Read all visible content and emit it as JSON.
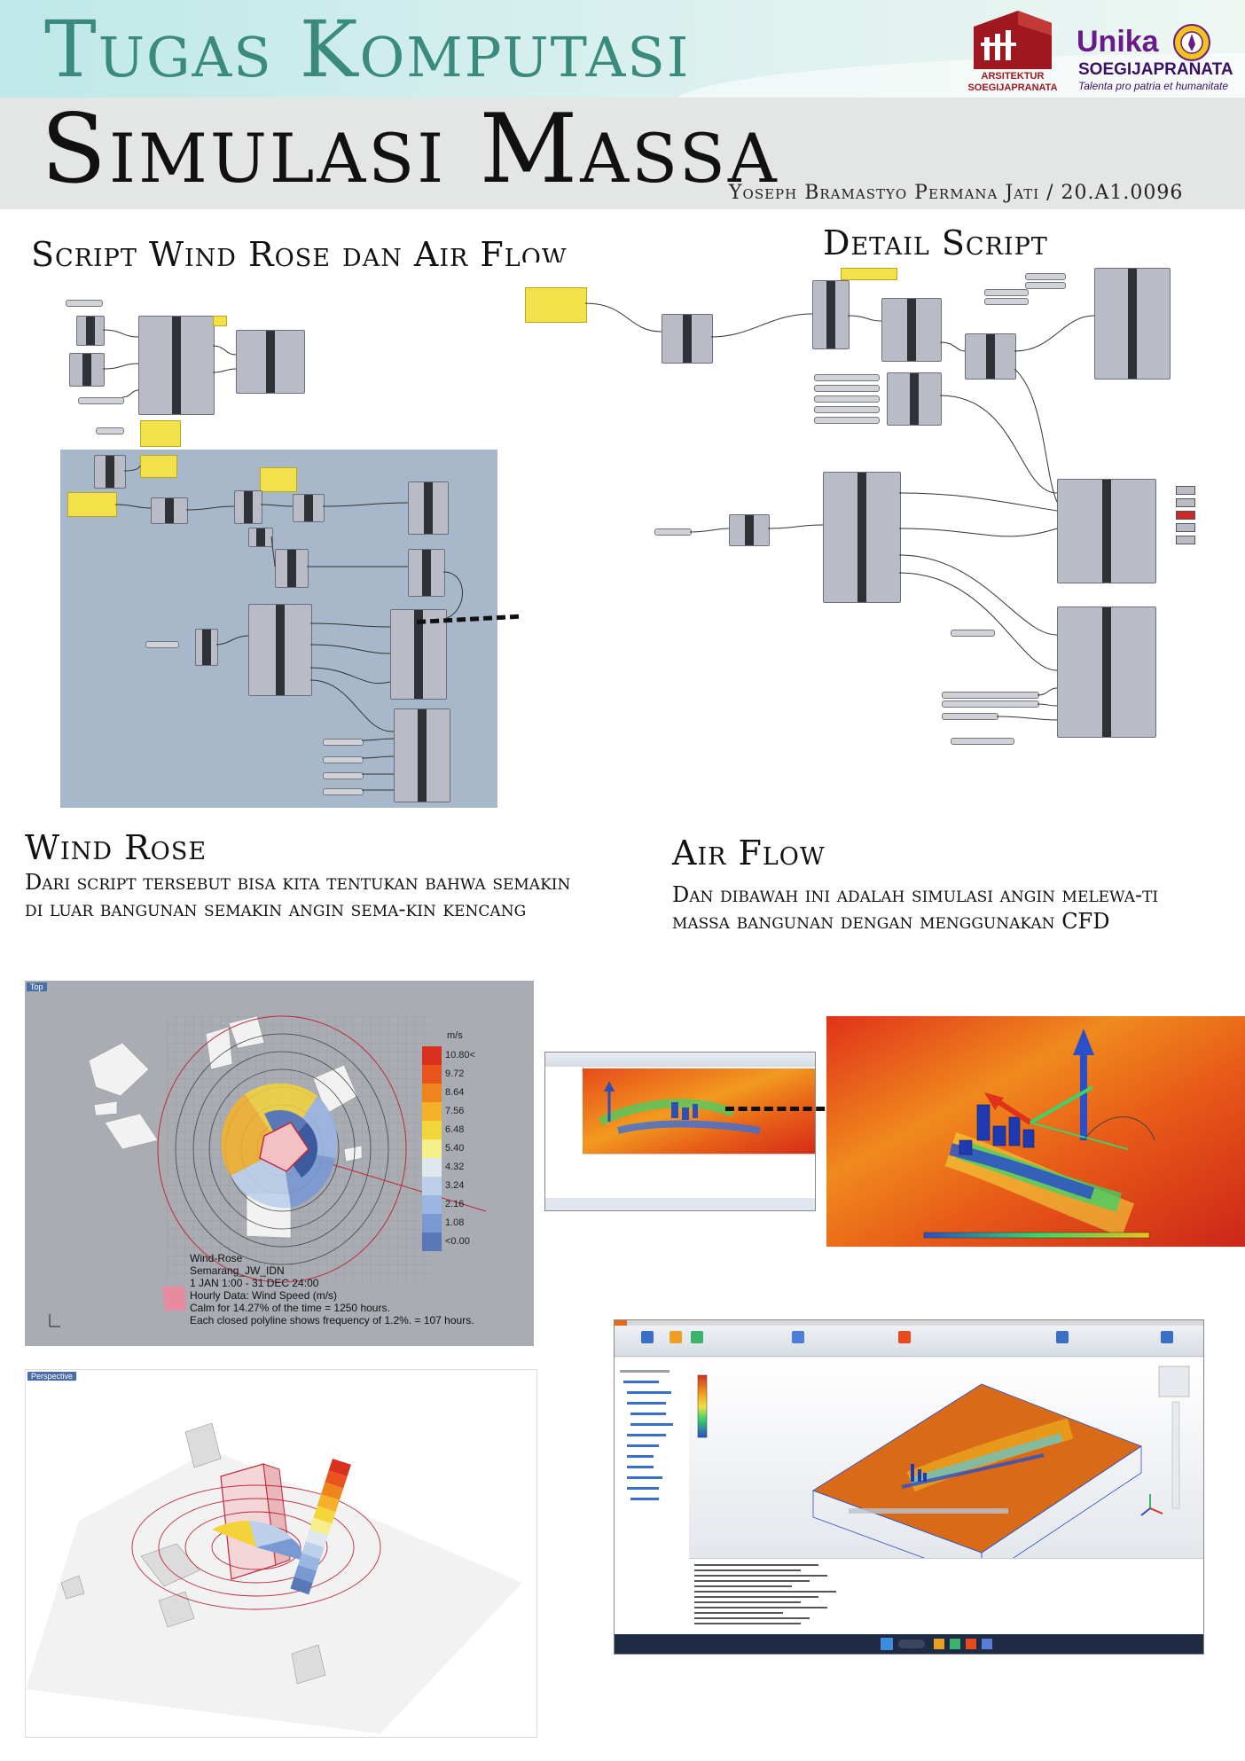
{
  "header": {
    "title_top": "Tugas Komputasi",
    "title_main": "Simulasi Massa",
    "author": "Yoseph Bramastyo Permana Jati / 20.A1.0096"
  },
  "logos": {
    "arsitektur": {
      "line1": "ARSITEKTUR",
      "line2": "SOEGIJAPRANATA"
    },
    "unika": {
      "name": "Unika",
      "line2": "SOEGIJAPRANATA",
      "motto": "Talenta pro patria et humanitate"
    }
  },
  "sections": {
    "script_title": "Script Wind Rose dan Air Flow",
    "detail_title": "Detail Script",
    "windrose_title": "Wind Rose",
    "windrose_desc": "Dari script tersebut bisa kita tentukan bahwa semakin di luar bangunan semakin angin sema-kin kencang",
    "airflow_title": "Air Flow",
    "airflow_desc": "Dan dibawah ini adalah simulasi angin melewa-ti massa bangunan dengan menggunakan CFD"
  },
  "windrose_top": {
    "viewport_label": "Top",
    "legend_unit": "m/s",
    "legend_values": [
      "10.80<",
      "9.72",
      "8.64",
      "7.56",
      "6.48",
      "5.40",
      "4.32",
      "3.24",
      "2.16",
      "1.08",
      "<0.00"
    ],
    "legend_colors": [
      "#d9301f",
      "#e8531e",
      "#f0841c",
      "#f6b12a",
      "#f3d53c",
      "#f6ef8a",
      "#dfe7ef",
      "#bcd0ea",
      "#9bb6e2",
      "#7a98d2",
      "#5a78b8"
    ],
    "caption_lines": [
      "Wind-Rose",
      "Semarang_JW_IDN",
      "1 JAN 1:00 - 31 DEC 24:00",
      "Hourly Data: Wind Speed (m/s)",
      "Calm for 14.27% of the time = 1250 hours.",
      "Each closed polyline shows frequency of 1.2%. = 107 hours."
    ]
  },
  "windrose_perspective": {
    "viewport_label": "Perspective"
  }
}
